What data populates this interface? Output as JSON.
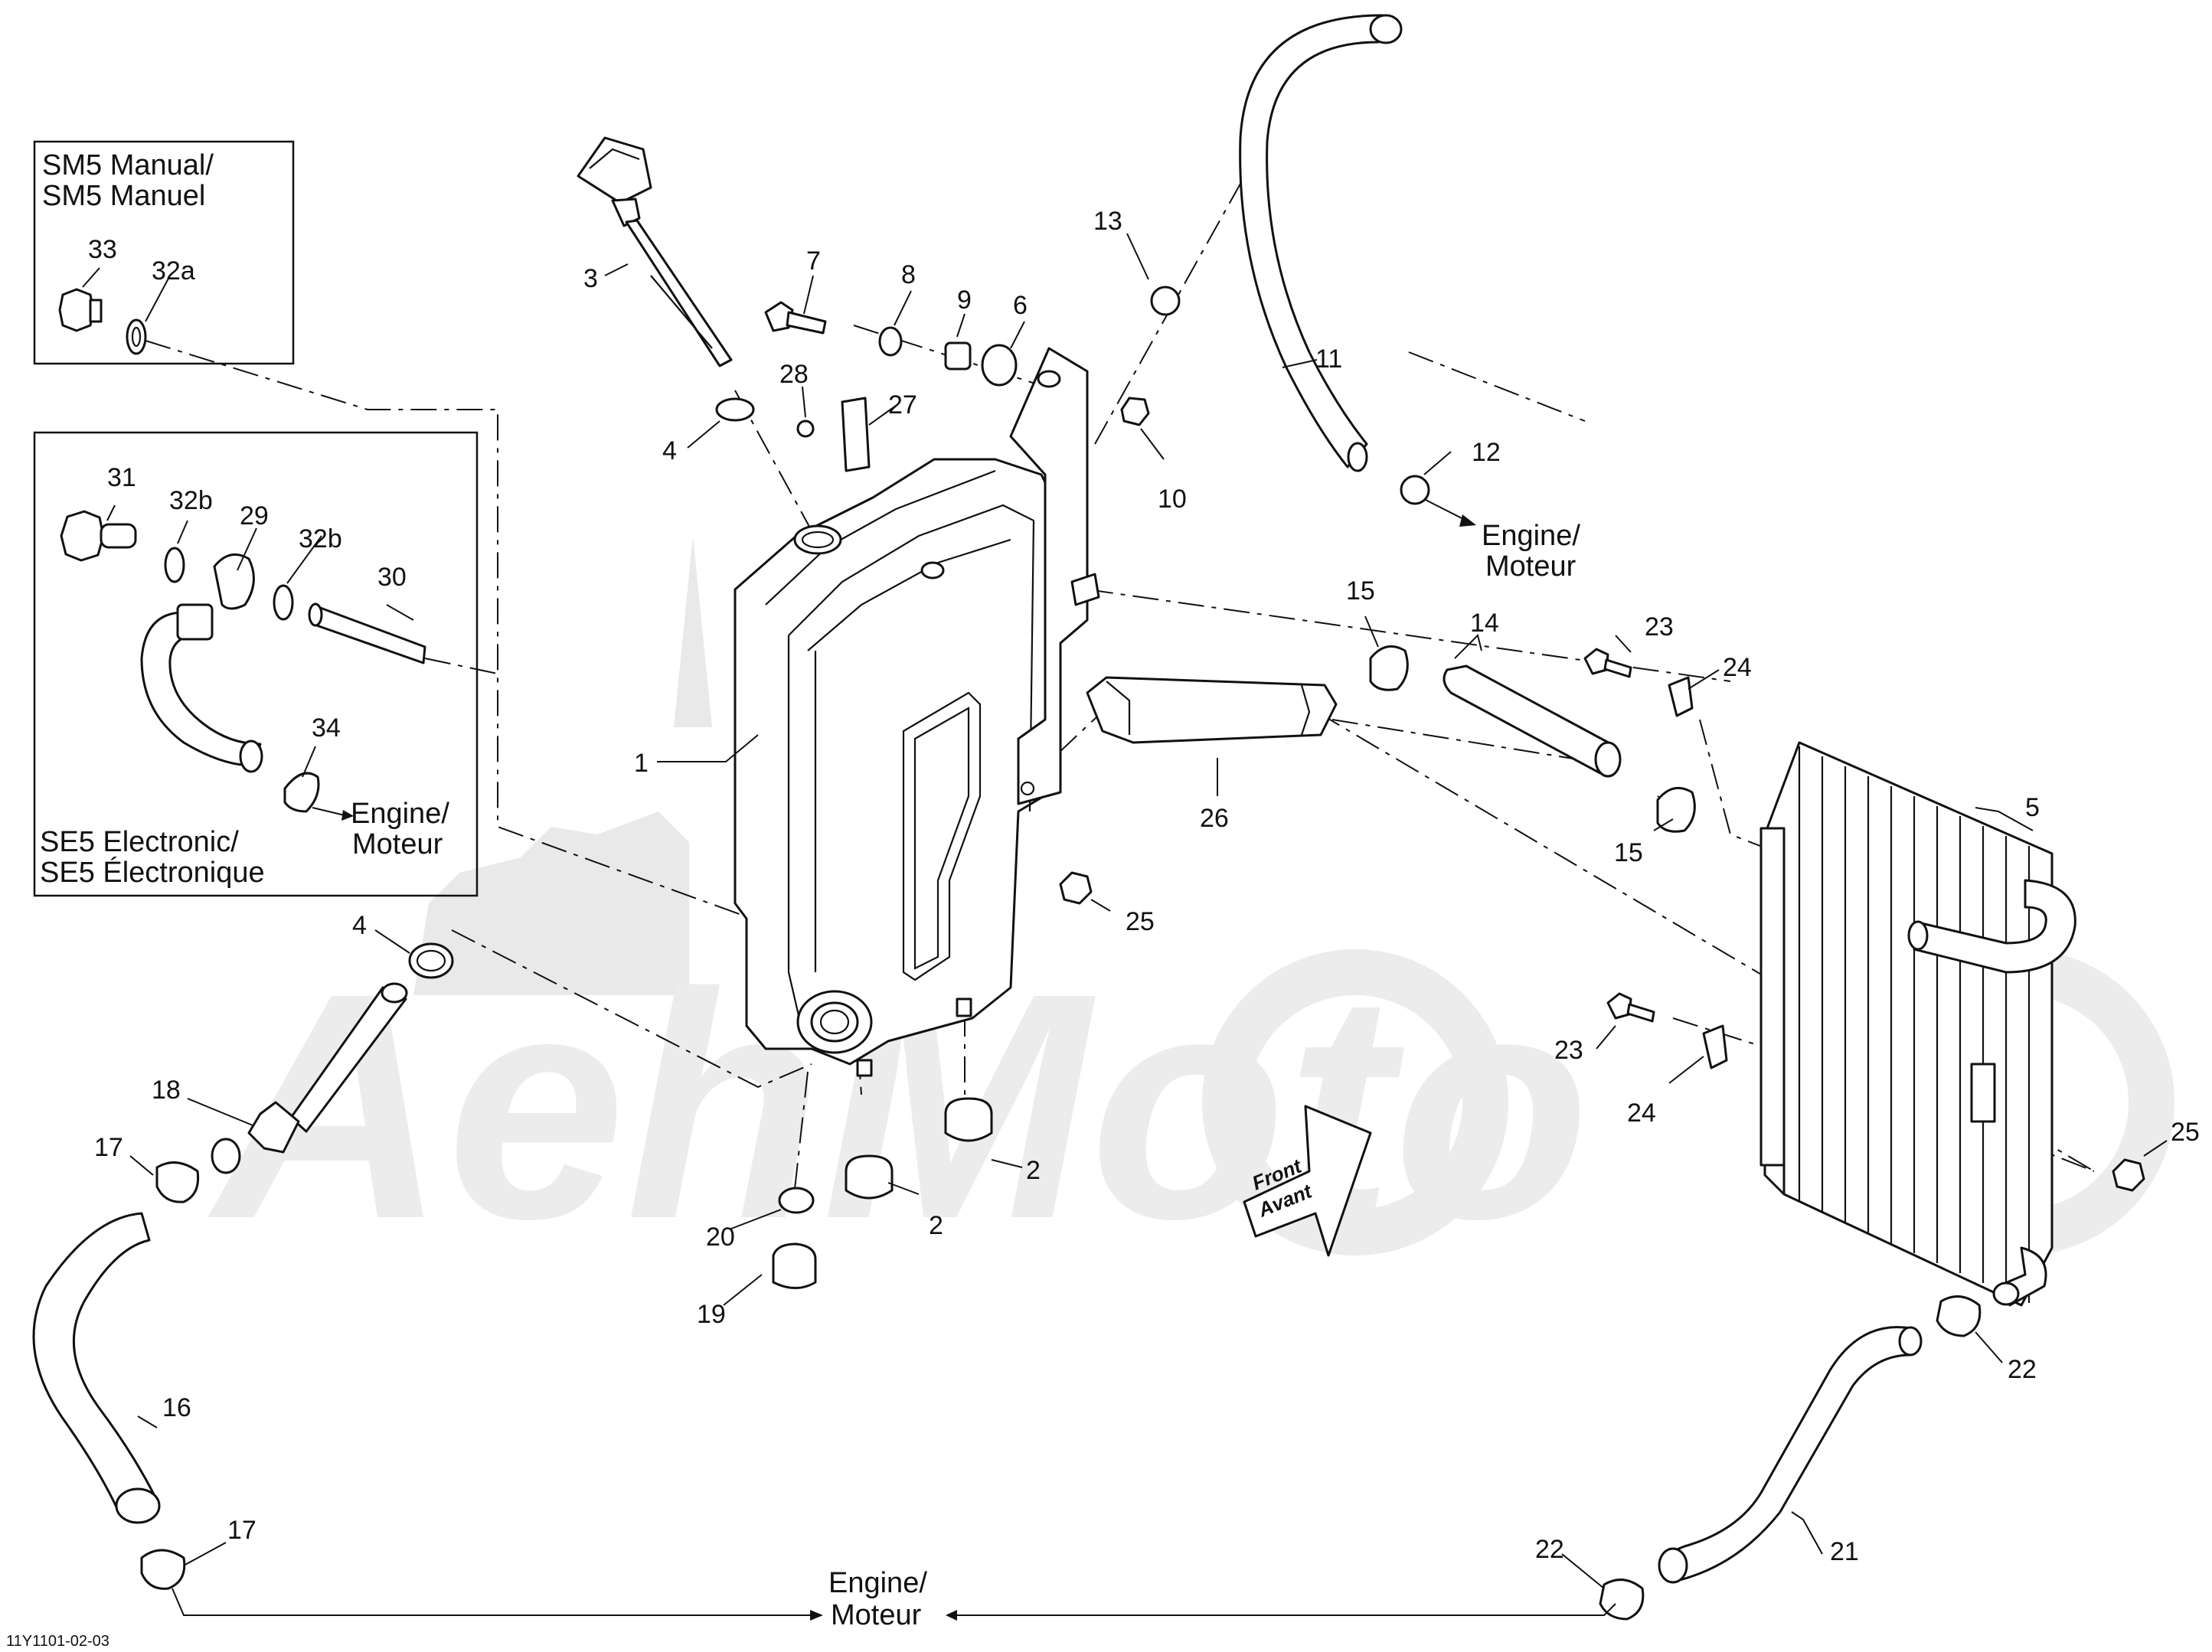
{
  "diagram_code": "11Y1101-02-03",
  "watermark": "AehMoto",
  "inset_manual": {
    "title_line1": "SM5 Manual/",
    "title_line2": "SM5 Manuel"
  },
  "inset_electronic": {
    "title_line1": "SE5 Electronic/",
    "title_line2": "SE5 Électronique"
  },
  "engine_labels": [
    {
      "line1": "Engine/",
      "line2": "Moteur"
    },
    {
      "line1": "Engine/",
      "line2": "Moteur"
    },
    {
      "line1": "Engine/",
      "line2": "Moteur"
    }
  ],
  "front_arrow": {
    "line1": "Front",
    "line2": "Avant"
  },
  "callouts": [
    {
      "label": "1"
    },
    {
      "label": "2"
    },
    {
      "label": "2"
    },
    {
      "label": "3"
    },
    {
      "label": "4"
    },
    {
      "label": "4"
    },
    {
      "label": "5"
    },
    {
      "label": "6"
    },
    {
      "label": "7"
    },
    {
      "label": "8"
    },
    {
      "label": "9"
    },
    {
      "label": "10"
    },
    {
      "label": "11"
    },
    {
      "label": "12"
    },
    {
      "label": "13"
    },
    {
      "label": "14"
    },
    {
      "label": "15"
    },
    {
      "label": "15"
    },
    {
      "label": "16"
    },
    {
      "label": "17"
    },
    {
      "label": "17"
    },
    {
      "label": "18"
    },
    {
      "label": "19"
    },
    {
      "label": "20"
    },
    {
      "label": "21"
    },
    {
      "label": "22"
    },
    {
      "label": "22"
    },
    {
      "label": "23"
    },
    {
      "label": "23"
    },
    {
      "label": "24"
    },
    {
      "label": "24"
    },
    {
      "label": "25"
    },
    {
      "label": "25"
    },
    {
      "label": "26"
    },
    {
      "label": "27"
    },
    {
      "label": "28"
    },
    {
      "label": "29"
    },
    {
      "label": "30"
    },
    {
      "label": "31"
    },
    {
      "label": "32a"
    },
    {
      "label": "32b"
    },
    {
      "label": "32b"
    },
    {
      "label": "33"
    },
    {
      "label": "34"
    }
  ]
}
